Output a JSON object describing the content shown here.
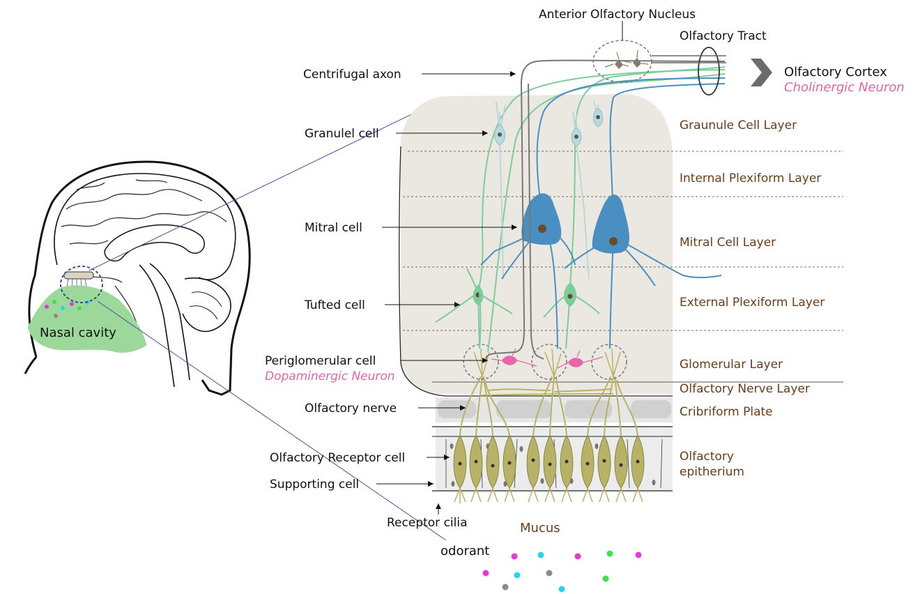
{
  "labels": {
    "anterior_olfactory_nucleus": "Anterior Olfactory Nucleus",
    "olfactory_tract": "Olfactory Tract",
    "olfactory_cortex": "Olfactory Cortex",
    "cholinergic_neuron": "Cholinergic Neuron",
    "centrifugal_axon": "Centrifugal axon",
    "granule_cell": "Granulel cell",
    "mitral_cell": "Mitral cell",
    "tufted_cell": "Tufted cell",
    "periglomerular_cell": "Periglomerular cell",
    "dopaminergic_neuron": "Dopaminergic Neuron",
    "olfactory_nerve": "Olfactory nerve",
    "olfactory_receptor_cell": "Olfactory Receptor cell",
    "supporting_cell": "Supporting cell",
    "receptor_cilia": "Receptor cilia",
    "mucus": "Mucus",
    "odorant": "odorant",
    "nasal_cavity": "Nasal cavity"
  },
  "layers": {
    "granule_cell_layer": "Graunule Cell Layer",
    "internal_plexiform_layer": "Internal Plexiform Layer",
    "mitral_cell_layer": "Mitral Cell Layer",
    "external_plexiform_layer": "External Plexiform Layer",
    "glomerular_layer": "Glomerular Layer",
    "olfactory_nerve_layer": "Olfactory Nerve Layer",
    "cribriform_plate": "Cribriform Plate",
    "olfactory_epithelium_line1": "Olfactory",
    "olfactory_epithelium_line2": "epitherium"
  },
  "colors": {
    "bulb_fill": "#ebe8e1",
    "green_neuron": "#7ccd9a",
    "blue_neuron": "#4a8fc1",
    "granule_cell": "#b9d9db",
    "receptor_cell": "#b8b266",
    "periglomerular": "#e866a8",
    "nasal_cavity": "#9bd89a",
    "layer_text": "#6b3c17",
    "pink_text": "#e066a8",
    "odorant_magenta": "#e53ad6",
    "odorant_cyan": "#29d3e8",
    "odorant_green": "#3de24a",
    "odorant_gray": "#8a8a8a"
  },
  "icons": {
    "cortex_arrow": "chevron-right-icon"
  }
}
